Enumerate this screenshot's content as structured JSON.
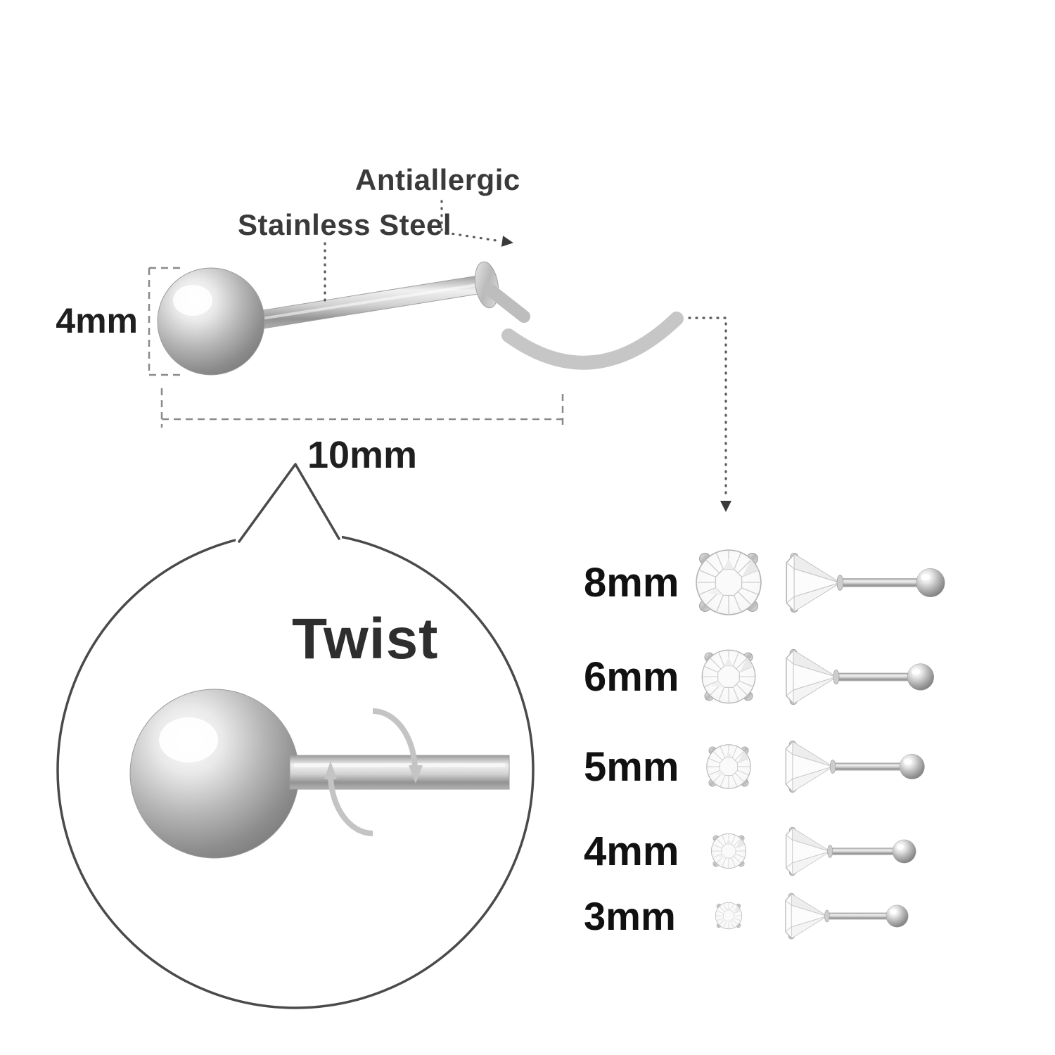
{
  "page": {
    "background": "#ffffff"
  },
  "colors": {
    "metal_light": "#f2f2f2",
    "metal_mid": "#c9c9c9",
    "metal_dark": "#8a8a8a",
    "outline": "#4a4a4a",
    "leader_line": "#5a5a5a",
    "dimension_line": "#8a8a8a",
    "text": "#333333"
  },
  "diagram": {
    "labels": {
      "antiallergic": "Antiallergic",
      "stainless_steel": "Stainless Steel",
      "ball_size": "4mm",
      "bar_length": "10mm",
      "twist": "Twist"
    },
    "size_chart": {
      "rows": [
        {
          "label": "8mm"
        },
        {
          "label": "6mm"
        },
        {
          "label": "5mm"
        },
        {
          "label": "4mm"
        },
        {
          "label": "3mm"
        }
      ]
    }
  }
}
